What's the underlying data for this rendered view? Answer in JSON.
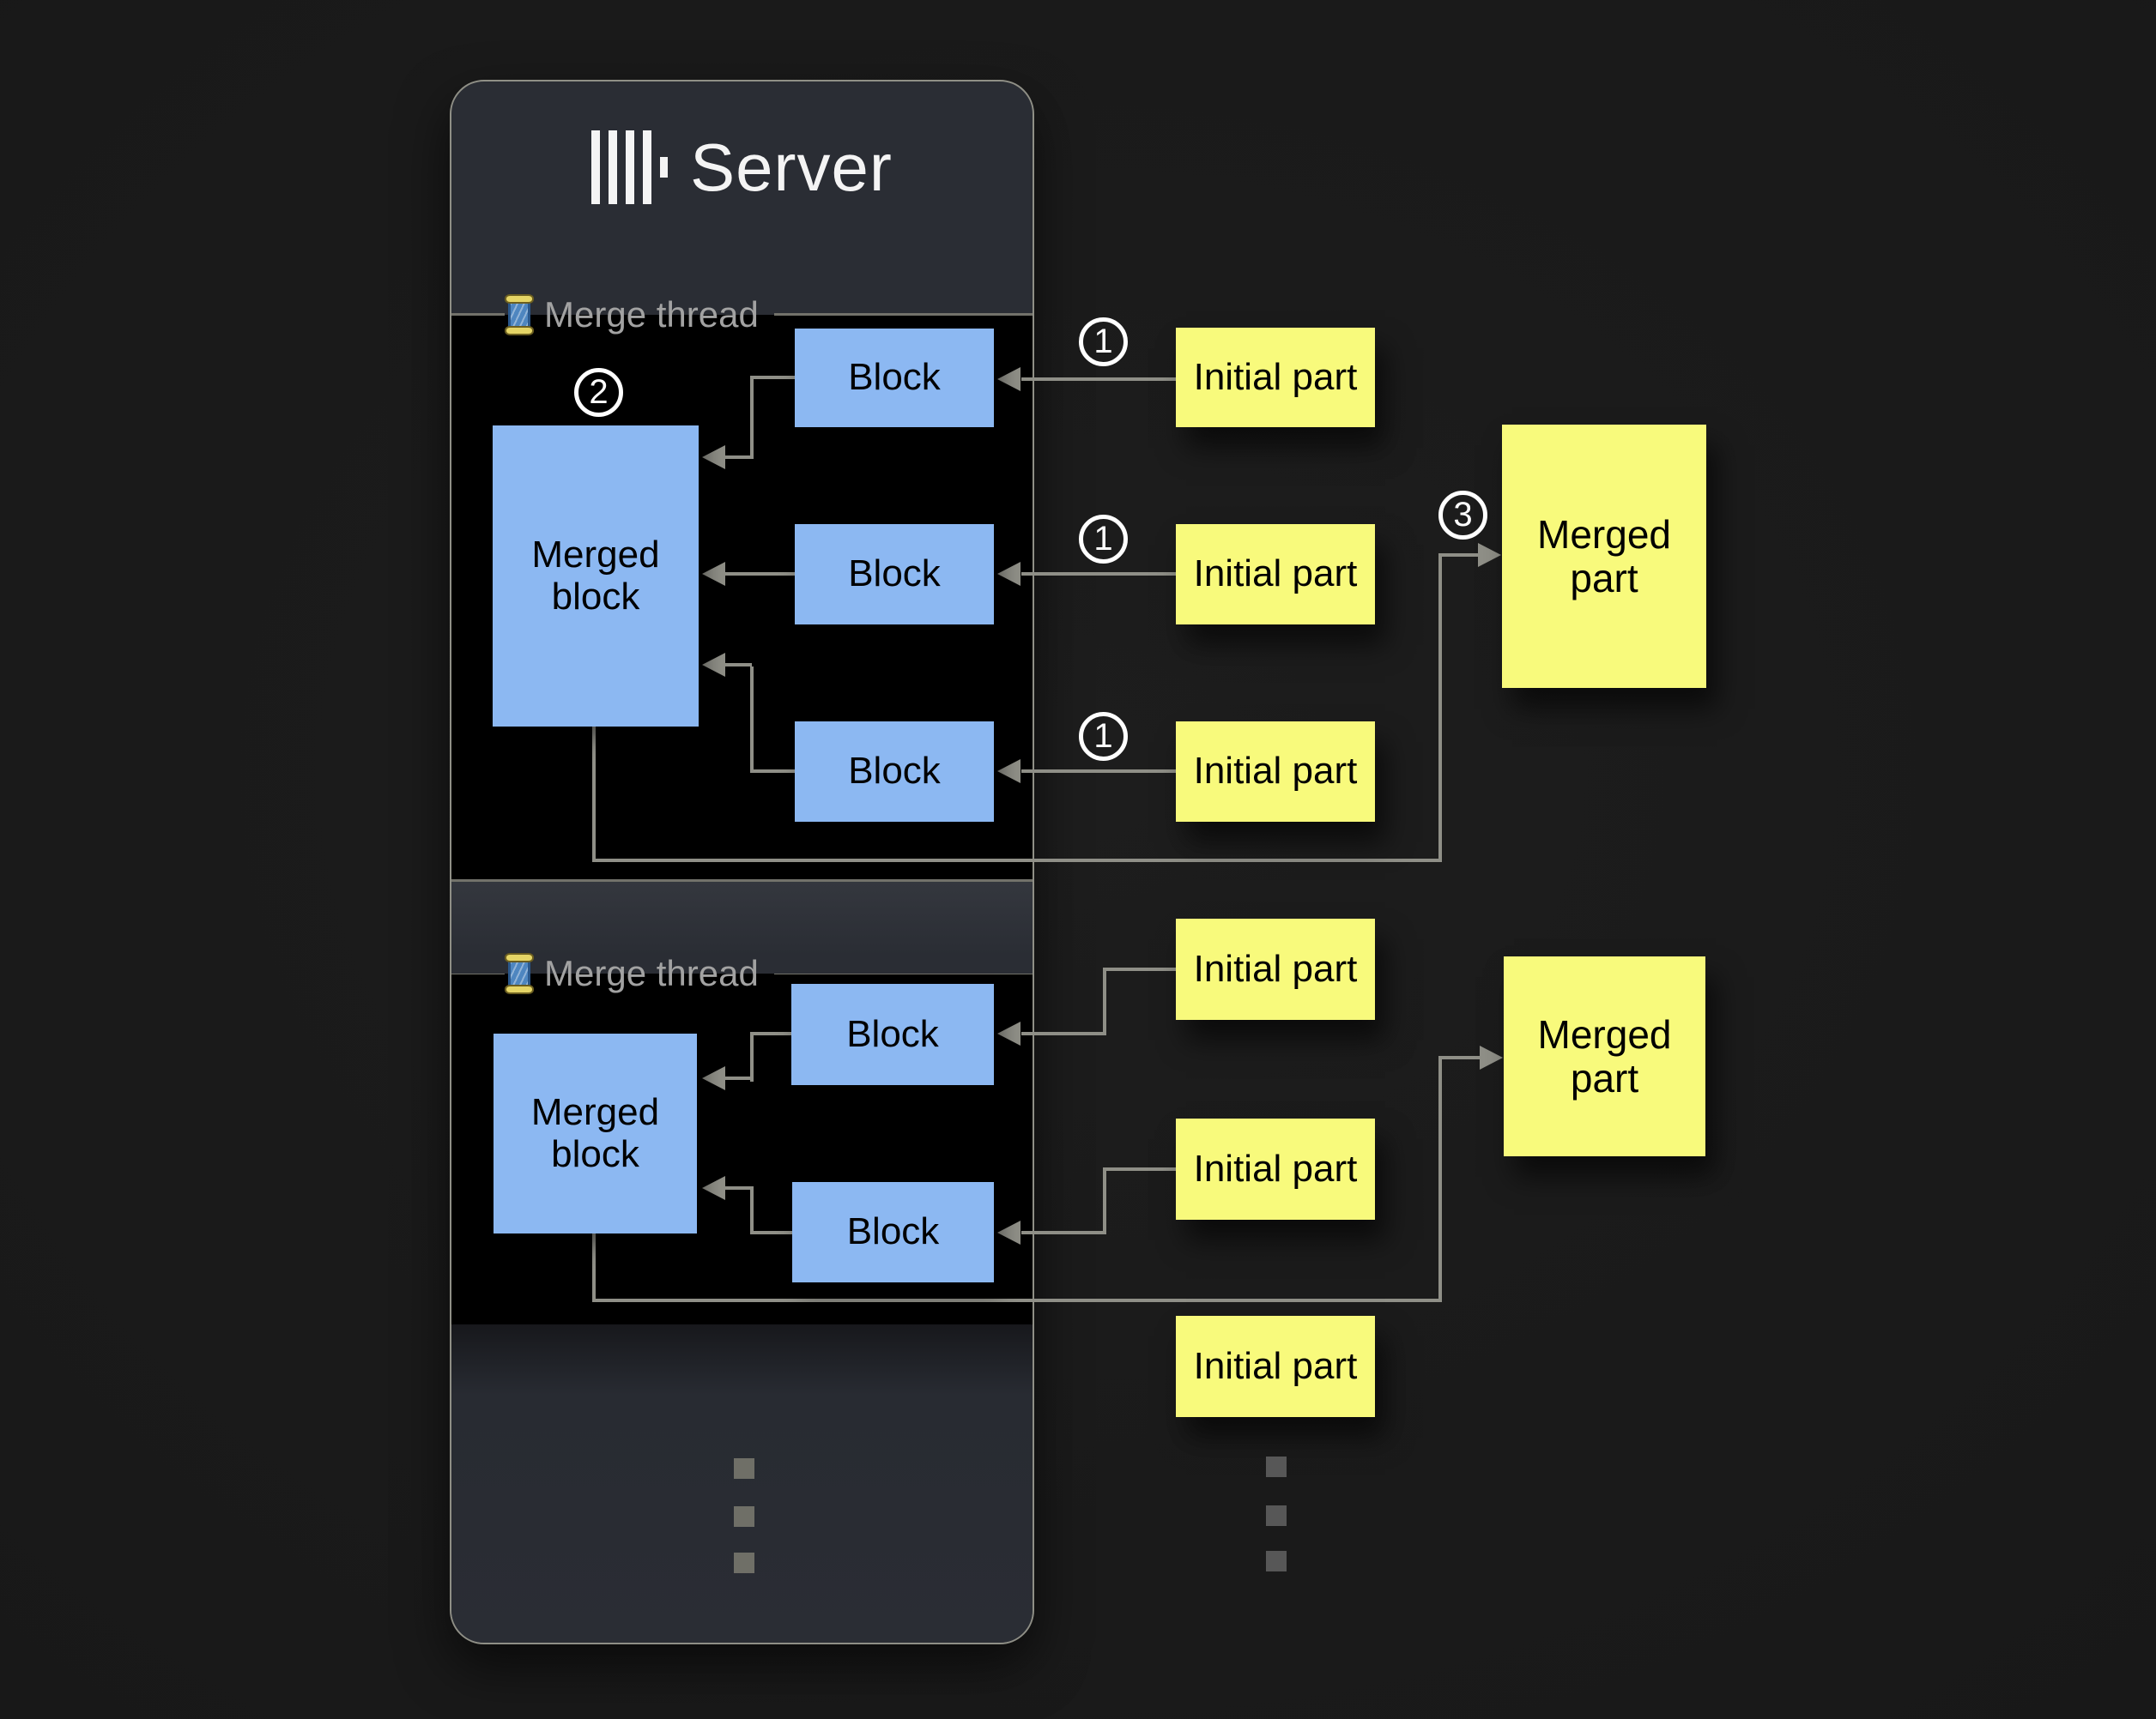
{
  "server": {
    "title": "Server"
  },
  "threads": [
    {
      "label": "Merge thread",
      "badge": "2",
      "merged_block": "Merged block",
      "blocks": [
        "Block",
        "Block",
        "Block"
      ]
    },
    {
      "label": "Merge thread",
      "merged_block": "Merged block",
      "blocks": [
        "Block",
        "Block"
      ]
    }
  ],
  "flow": {
    "initial_parts_thread1": [
      "Initial part",
      "Initial part",
      "Initial part"
    ],
    "initial_parts_thread2": [
      "Initial part",
      "Initial part",
      "Initial part"
    ],
    "merged_parts": [
      "Merged part",
      "Merged part"
    ],
    "step1_badge": "1",
    "step3_badge": "3"
  },
  "colors": {
    "background": "#1a1a1a",
    "panel": "#2a2d34",
    "section_black": "#000000",
    "block_blue": "#8cb8f2",
    "part_yellow": "#f8fa7c",
    "connector_gray": "#8f8f87",
    "label_gray": "#a2a2a2",
    "badge_white": "#ffffff"
  }
}
